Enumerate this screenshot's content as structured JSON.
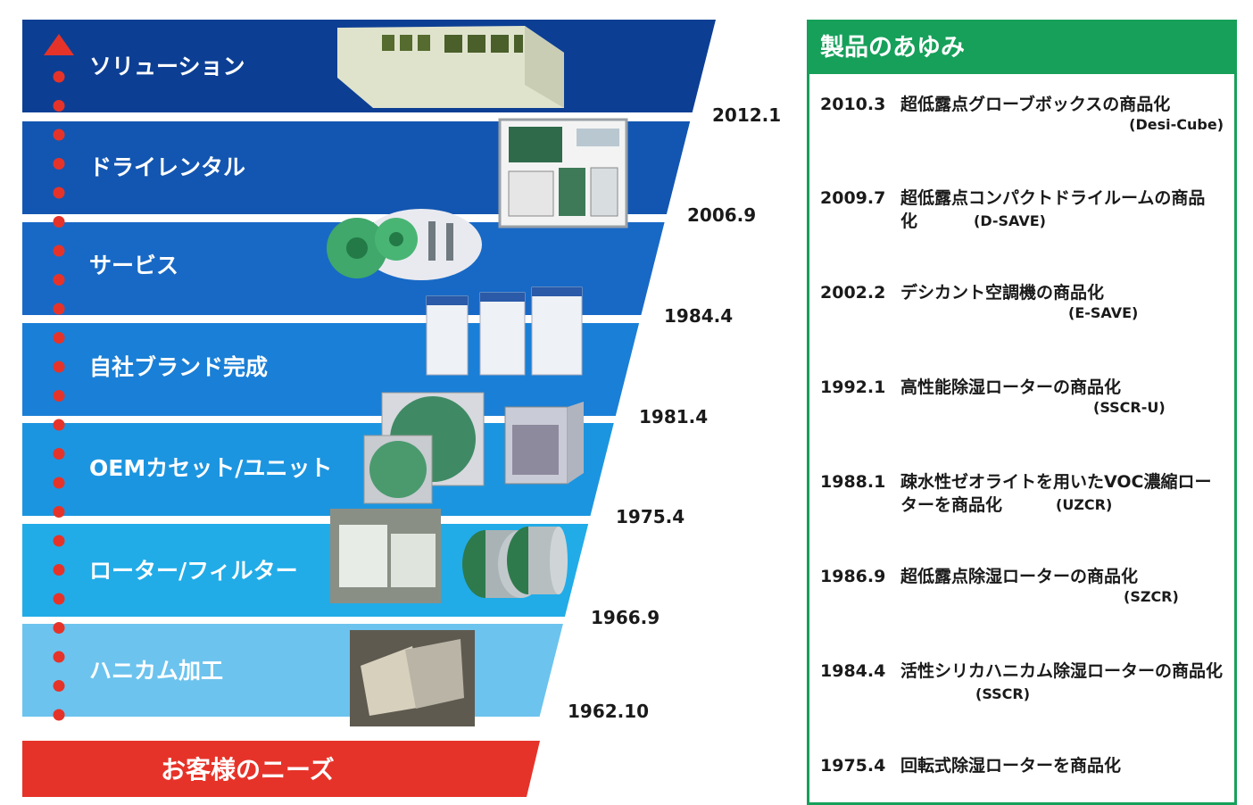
{
  "tiers": [
    {
      "label": "ソリューション",
      "year": "2012.1",
      "color": "#0c3f94"
    },
    {
      "label": "ドライレンタル",
      "year": "2006.9",
      "color": "#1356b1"
    },
    {
      "label": "サービス",
      "year": "1984.4",
      "color": "#1869c6"
    },
    {
      "label": "自社ブランド完成",
      "year": "1981.4",
      "color": "#1a7fd6"
    },
    {
      "label": "OEMカセット/ユニット",
      "year": "1975.4",
      "color": "#1c95e0"
    },
    {
      "label": "ローター/フィルター",
      "year": "1966.9",
      "color": "#21ace8"
    },
    {
      "label": "ハニカム加工",
      "year": "1962.10",
      "color": "#6cc3ee"
    }
  ],
  "needs": {
    "label": "お客様のニーズ",
    "color": "#e63329"
  },
  "arrow_color": "#e63329",
  "panel": {
    "title": "製品のあゆみ",
    "accent": "#16a05a",
    "entries": [
      {
        "year": "2010.3",
        "text": "超低露点グローブボックスの商品化",
        "name": "(Desi-Cube)"
      },
      {
        "year": "2009.7",
        "text": "超低露点コンパクトドライルームの商品化",
        "name": "(D-SAVE)"
      },
      {
        "year": "2002.2",
        "text": "デシカント空調機の商品化",
        "name": "(E-SAVE)"
      },
      {
        "year": "1992.1",
        "text": "高性能除湿ローターの商品化",
        "name": "(SSCR-U)"
      },
      {
        "year": "1988.1",
        "text": "疎水性ゼオライトを用いたVOC濃縮ローターを商品化",
        "name": "(UZCR)"
      },
      {
        "year": "1986.9",
        "text": "超低露点除湿ローターの商品化",
        "name": "(SZCR)"
      },
      {
        "year": "1984.4",
        "text": "活性シリカハニカム除湿ローターの商品化",
        "name": "(SSCR)"
      },
      {
        "year": "1975.4",
        "text": "回転式除湿ローターを商品化",
        "name": ""
      }
    ]
  }
}
